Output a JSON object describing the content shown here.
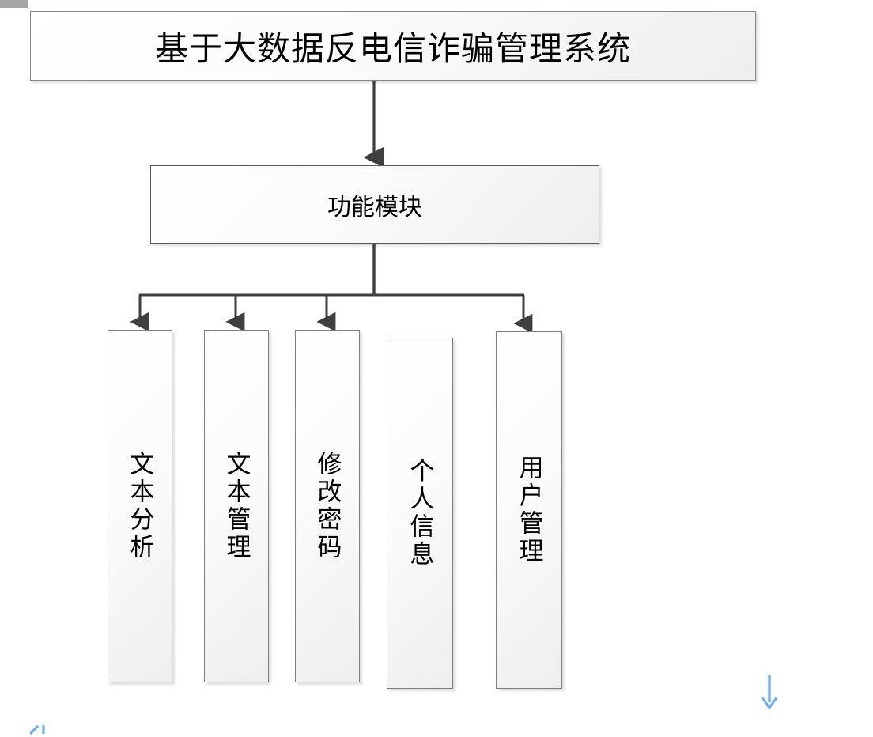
{
  "diagram": {
    "title_node": {
      "label": "基于大数据反电信诈骗管理系统"
    },
    "module_node": {
      "label": "功能模块"
    },
    "leaf_nodes": [
      {
        "label": "文本分析",
        "has_arrow": true
      },
      {
        "label": "文本管理",
        "has_arrow": true
      },
      {
        "label": "修改密码",
        "has_arrow": true
      },
      {
        "label": "个人信息",
        "has_arrow": false
      },
      {
        "label": "用户管理",
        "has_arrow": true
      }
    ],
    "colors": {
      "node_border": "#7f7f7f",
      "node_fill": "#f3f3f3",
      "connector": "#3f3f3f",
      "accent_blue": "#6caef5",
      "margin_marker": "#a6a6a6"
    },
    "icons": {
      "down_arrow": "down-arrow-icon",
      "blue_down_arrow": "blue-down-arrow-icon",
      "blue_caret": "blue-caret-icon",
      "margin_marker": "page-margin-marker-icon"
    }
  }
}
